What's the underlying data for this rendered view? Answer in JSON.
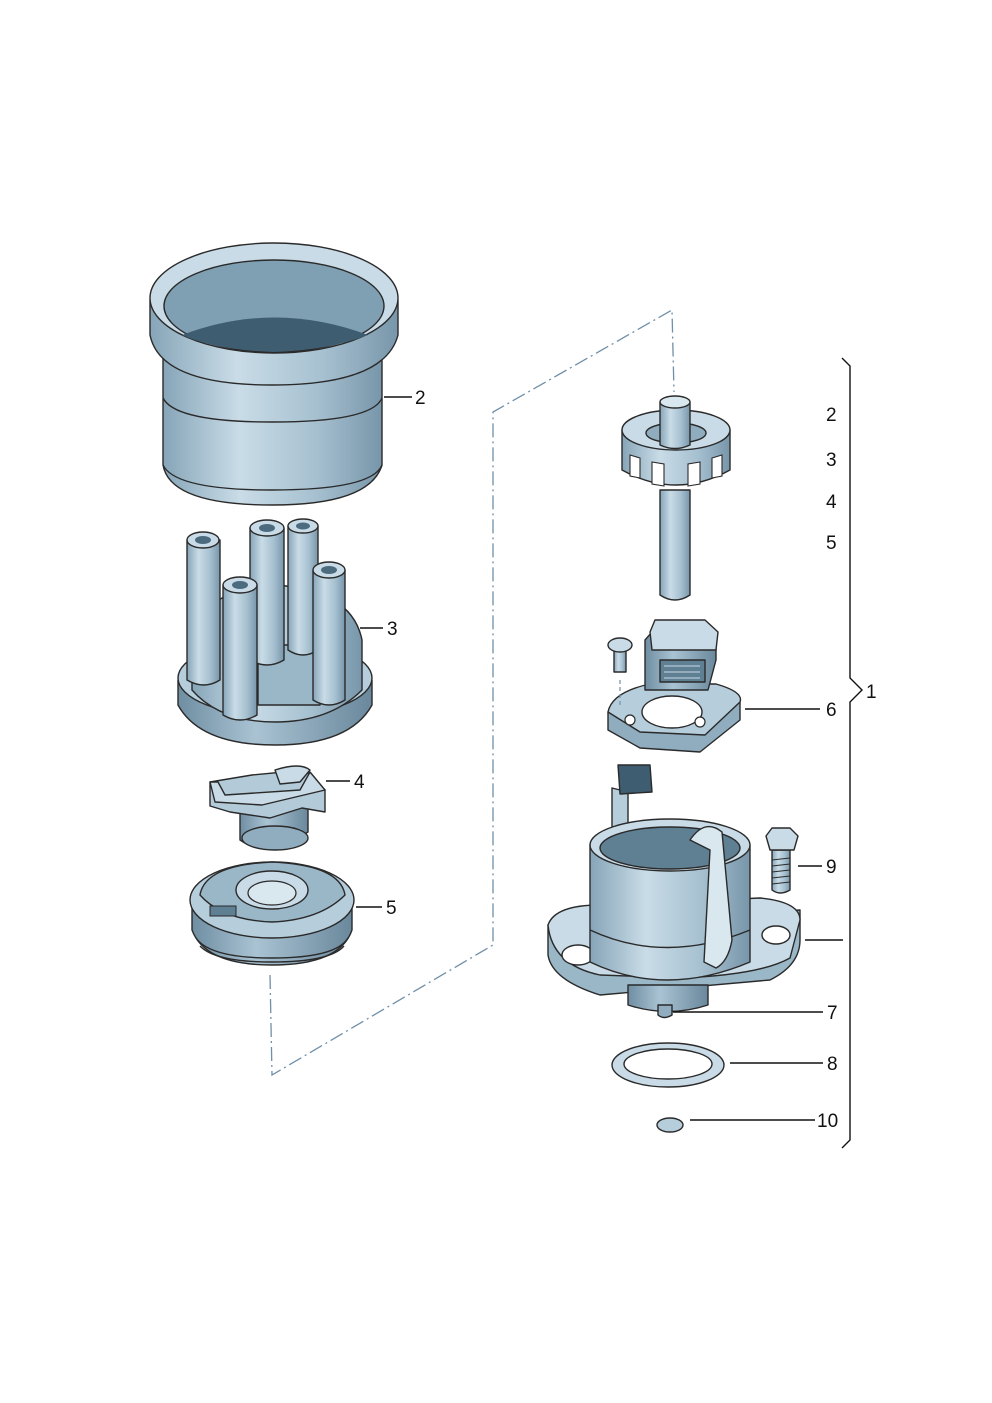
{
  "diagram": {
    "part_labels": {
      "p2": "2",
      "p3": "3",
      "p4": "4",
      "p5": "5",
      "p6": "6",
      "p7": "7",
      "p8": "8",
      "p9": "9",
      "p10": "10"
    },
    "assembly": {
      "label": "1",
      "included": [
        "2",
        "3",
        "4",
        "5"
      ]
    },
    "colors": {
      "part_fill": "#a9c3d3",
      "part_light": "#c8dbe6",
      "part_dark": "#7f9fb3",
      "part_shadow": "#5f7f93",
      "outline": "#2a2a2a",
      "centerline": "#6f8fa8"
    }
  }
}
